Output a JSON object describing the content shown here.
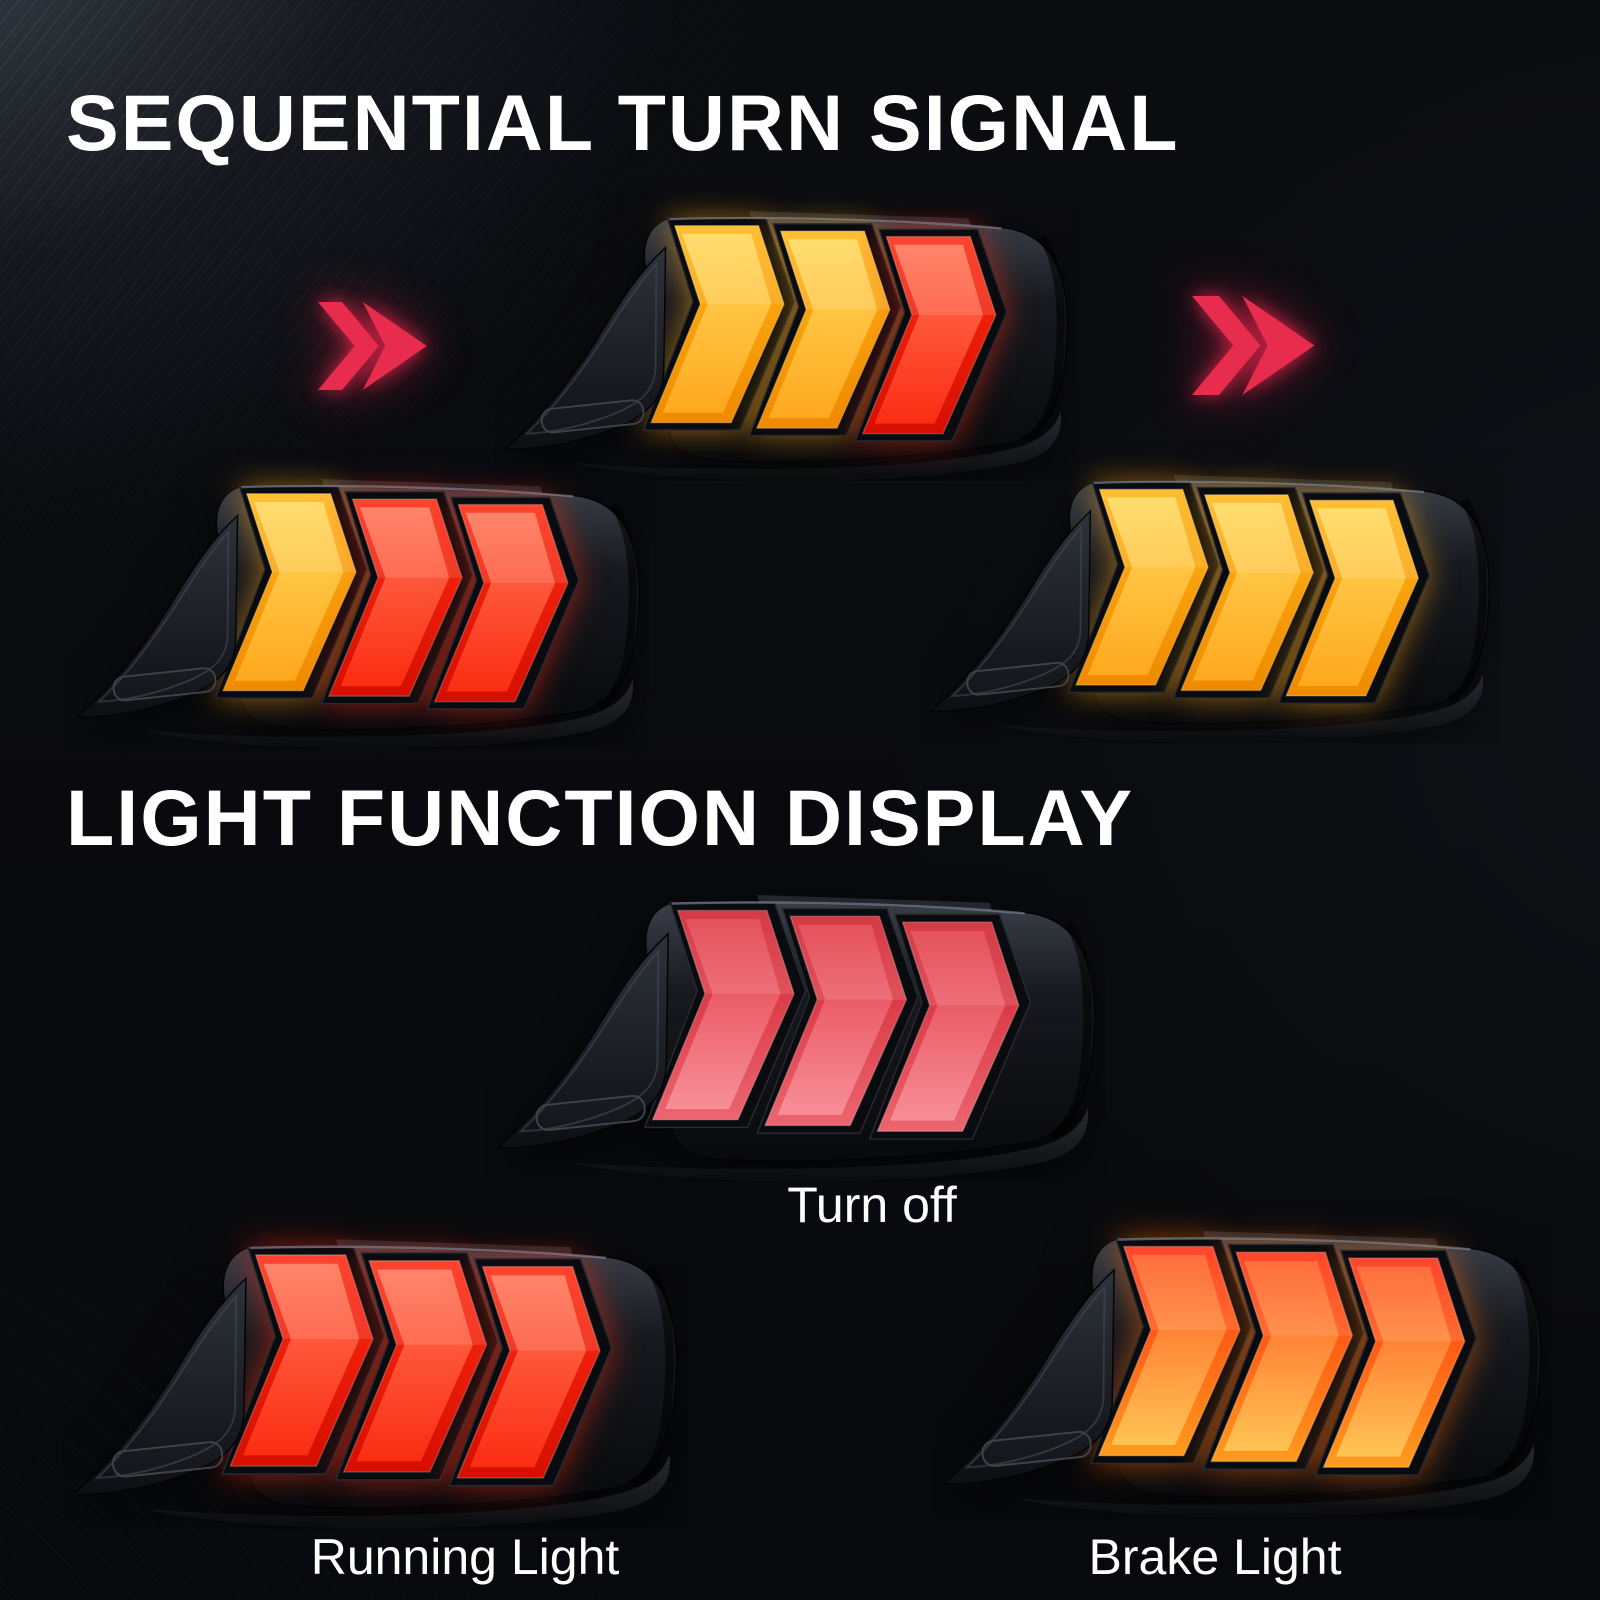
{
  "headings": {
    "sequential": "SEQUENTIAL TURN SIGNAL",
    "function": "LIGHT FUNCTION DISPLAY"
  },
  "captions": {
    "turn_off": "Turn off",
    "running": "Running Light",
    "brake": "Brake Light"
  },
  "colors": {
    "arrow": "#e82c4e",
    "heading_text": "#ffffff",
    "caption_text": "#ffffff",
    "housing_dark": "#0b0c10",
    "housing_light": "#363b43"
  },
  "lens_colors": {
    "amber": {
      "top": "#ffb618",
      "bottom": "#ef8a00",
      "core_top": "#ffd95c",
      "core_bottom": "#ffa81e",
      "glow": "rgba(255,165,20,0.55)"
    },
    "red": {
      "top": "#ff2a12",
      "bottom": "#d50f00",
      "core_top": "#ff7456",
      "core_bottom": "#fb2d12",
      "glow": "rgba(255,45,20,0.55)"
    },
    "off": {
      "top": "#cf1f2b",
      "bottom": "#ec6570",
      "core_top": "#e23b46",
      "core_bottom": "#f78f98",
      "glow": "rgba(0,0,0,0)"
    },
    "brake": {
      "top": "#ff2c10",
      "bottom": "#ff9c1e",
      "core_top": "#ff5a22",
      "core_bottom": "#ffc454",
      "glow": "rgba(255,110,10,0.55)"
    }
  },
  "lights": [
    {
      "id": "stage1",
      "segments": [
        "amber",
        "red",
        "red"
      ]
    },
    {
      "id": "stage2",
      "segments": [
        "amber",
        "amber",
        "red"
      ]
    },
    {
      "id": "stage3",
      "segments": [
        "amber",
        "amber",
        "amber"
      ]
    },
    {
      "id": "turnoff",
      "segments": [
        "off",
        "off",
        "off"
      ]
    },
    {
      "id": "running",
      "segments": [
        "red",
        "red",
        "red"
      ]
    },
    {
      "id": "brake",
      "segments": [
        "brake",
        "brake",
        "brake"
      ]
    }
  ]
}
